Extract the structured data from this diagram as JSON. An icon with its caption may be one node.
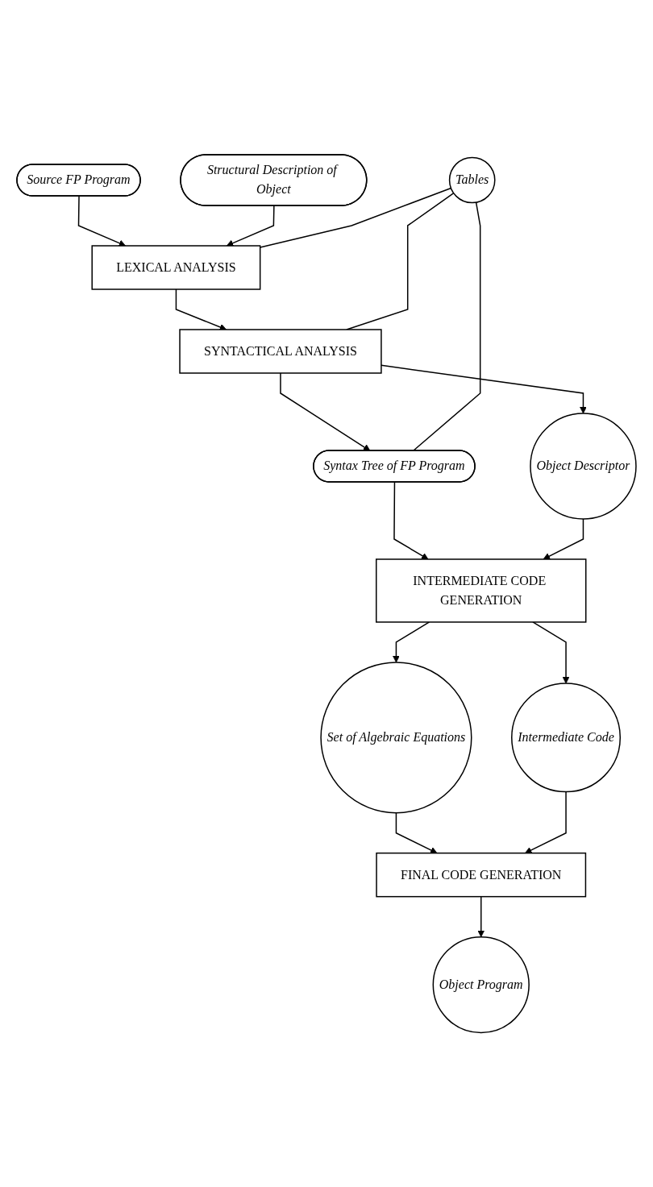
{
  "diagram": {
    "nodes": [
      {
        "text": [
          "Source FP Program"
        ]
      },
      {
        "text": [
          "Structural Description of Object"
        ]
      },
      {
        "text": [
          "LEXICAL ANALYSIS"
        ]
      },
      {
        "text": [
          "Tables"
        ]
      },
      {
        "text": [
          "SYNTACTICAL ANALYSIS"
        ]
      },
      {
        "text": [
          "Syntax Tree of FP Program"
        ]
      },
      {
        "text": [
          "Object Descriptor"
        ]
      },
      {
        "text": [
          "INTERMEDIATE CODE GENERATION"
        ]
      },
      {
        "text": [
          "Set of Algebraic Equations"
        ]
      },
      {
        "text": [
          "Intermediate Code"
        ]
      },
      {
        "text": [
          "FINAL CODE GENERATION"
        ]
      },
      {
        "text": [
          "Object Program"
        ]
      }
    ],
    "edges": [
      {
        "from": 0,
        "to": 2,
        "arrow": "to"
      },
      {
        "from": 1,
        "to": 2,
        "arrow": "to"
      },
      {
        "from": 3,
        "to": 2,
        "arrow": "none"
      },
      {
        "from": 2,
        "to": 4,
        "arrow": "to"
      },
      {
        "from": 3,
        "to": 4,
        "arrow": "none"
      },
      {
        "from": 4,
        "to": 5,
        "arrow": "to"
      },
      {
        "from": 4,
        "to": 6,
        "arrow": "to"
      },
      {
        "from": 3,
        "to": 5,
        "arrow": "none"
      },
      {
        "from": 5,
        "to": 7,
        "arrow": "to"
      },
      {
        "from": 6,
        "to": 7,
        "arrow": "to"
      },
      {
        "from": 7,
        "to": 8,
        "arrow": "to"
      },
      {
        "from": 7,
        "to": 9,
        "arrow": "to"
      },
      {
        "from": 8,
        "to": 10,
        "arrow": "to"
      },
      {
        "from": 9,
        "to": 10,
        "arrow": "to"
      },
      {
        "from": 10,
        "to": 11,
        "arrow": "to"
      }
    ]
  }
}
